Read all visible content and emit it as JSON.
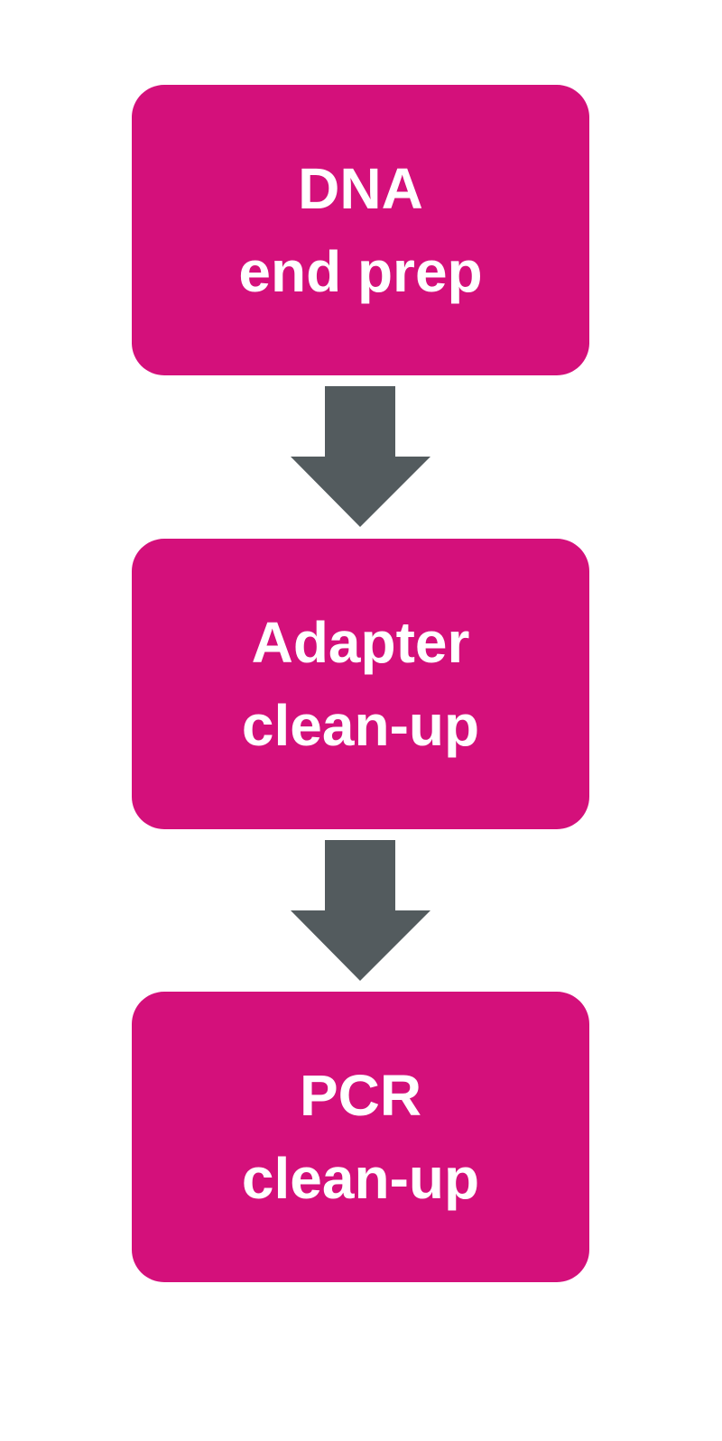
{
  "colors": {
    "box_fill": "#d4107b",
    "box_text": "#ffffff",
    "arrow_fill": "#535b5e",
    "background": "#ffffff"
  },
  "steps": [
    {
      "line1": "DNA",
      "line2": "end prep"
    },
    {
      "line1": "Adapter",
      "line2": "clean-up"
    },
    {
      "line1": "PCR",
      "line2": "clean-up"
    }
  ],
  "connectors": [
    {
      "from": "DNA end prep",
      "to": "Adapter clean-up",
      "icon": "down-arrow-icon"
    },
    {
      "from": "Adapter clean-up",
      "to": "PCR clean-up",
      "icon": "down-arrow-icon"
    }
  ]
}
